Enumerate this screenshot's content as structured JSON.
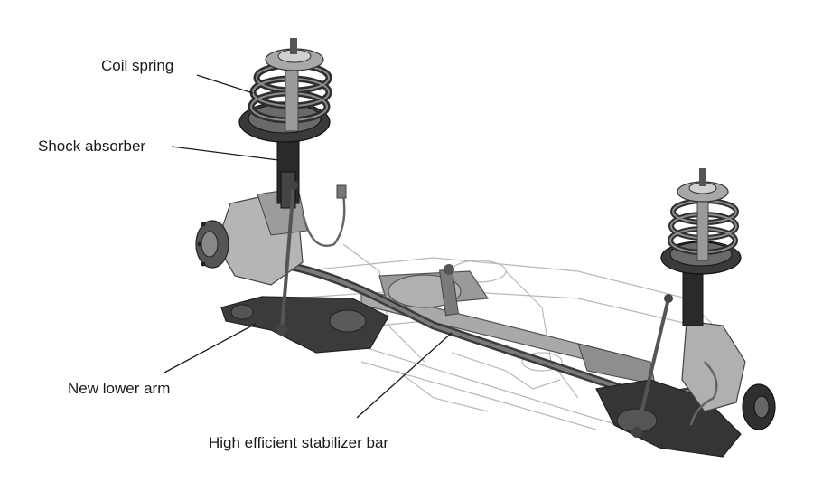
{
  "labels": {
    "coil_spring": "Coil spring",
    "shock_absorber": "Shock absorber",
    "new_lower_arm": "New lower arm",
    "stabilizer_bar": "High efficient stabilizer bar"
  },
  "colors": {
    "background": "#ffffff",
    "metal_dark": "#3a3a3a",
    "metal_mid": "#8a8a8a",
    "metal_light": "#c9c9c9",
    "wireframe": "#b5b5b5",
    "leader_line": "#1a1a1a"
  }
}
